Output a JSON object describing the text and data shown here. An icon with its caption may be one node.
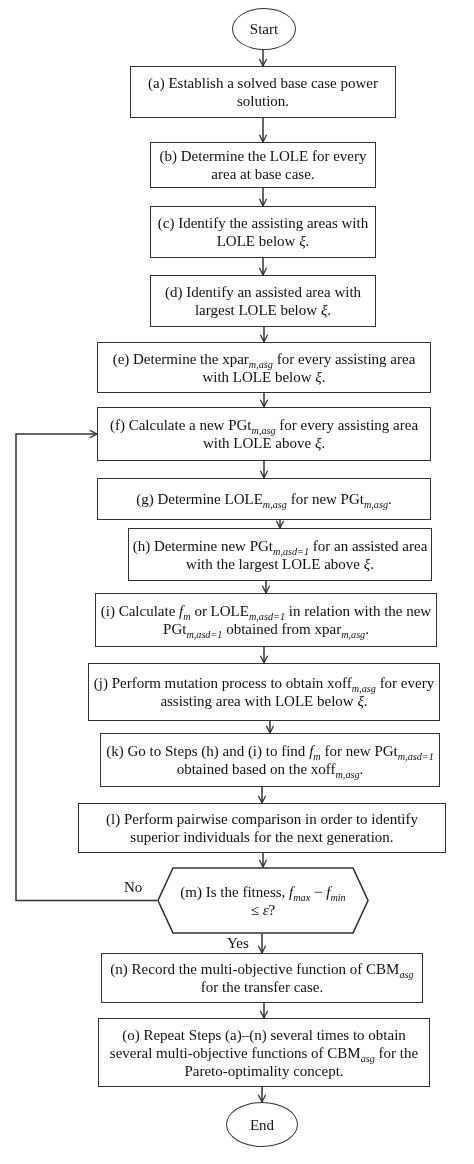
{
  "diagram": {
    "nodes": [
      {
        "text": [
          "Start"
        ]
      },
      {
        "text": [
          "(a) Establish a solved base case power solution."
        ]
      },
      {
        "text": [
          "(b) Determine the LOLE for every area at base case."
        ]
      },
      {
        "text": [
          "(c) Identify the assisting areas with LOLE below *ξ*."
        ]
      },
      {
        "text": [
          "(d) Identify an assisted area with largest LOLE below *ξ*."
        ]
      },
      {
        "text": [
          "(e) Determine the xpar$_{m,asg}$ for every assisting area with LOLE below *ξ*."
        ]
      },
      {
        "text": [
          "(f) Calculate a new PGt$_{m,asg}$ for every assisting area with LOLE above *ξ*."
        ]
      },
      {
        "text": [
          "(g) Determine LOLE$_{m,asg}$ for new PGt$_{m,asg}$."
        ]
      },
      {
        "text": [
          "(h) Determine new PGt$_{m,asd=1}$ for an assisted area with the largest LOLE above *ξ*."
        ]
      },
      {
        "text": [
          "(i) Calculate *f*$_{m}$ or LOLE$_{m,asd=1}$ in relation with the new PGt$_{m,asd=1}$ obtained from xpar$_{m,asg}$."
        ]
      },
      {
        "text": [
          "(j) Perform mutation process to obtain xoff$_{m,asg}$ for every assisting area with LOLE below *ξ*."
        ]
      },
      {
        "text": [
          "(k) Go to Steps (h) and (i) to find *f*$_{m}$ for new PGt$_{m,asd=1}$ obtained based on the xoff$_{m,asg}$."
        ]
      },
      {
        "text": [
          "(l) Perform pairwise comparison in order to identify superior individuals for the next generation."
        ]
      },
      {
        "text": [
          "(m) Is the fitness, *f*$_{max}$ − *f*$_{min}$ ≤ *ε*?"
        ]
      },
      {
        "text": [
          "(n) Record the multi-objective function of CBM$_{asg}$ for the transfer case."
        ]
      },
      {
        "text": [
          "(o) Repeat Steps (a)–(n) several times to obtain several multi-objective functions of CBM$_{asg}$ for the Pareto-optimality concept."
        ]
      },
      {
        "text": [
          "End"
        ]
      }
    ],
    "edges": [
      {
        "from": 0,
        "to": 1,
        "arrow": "to"
      },
      {
        "from": 1,
        "to": 2,
        "arrow": "to"
      },
      {
        "from": 2,
        "to": 3,
        "arrow": "to"
      },
      {
        "from": 3,
        "to": 4,
        "arrow": "to"
      },
      {
        "from": 4,
        "to": 5,
        "arrow": "to"
      },
      {
        "from": 5,
        "to": 6,
        "arrow": "to"
      },
      {
        "from": 6,
        "to": 7,
        "arrow": "to"
      },
      {
        "from": 7,
        "to": 8,
        "arrow": "to"
      },
      {
        "from": 8,
        "to": 9,
        "arrow": "to"
      },
      {
        "from": 9,
        "to": 10,
        "arrow": "to"
      },
      {
        "from": 10,
        "to": 11,
        "arrow": "to"
      },
      {
        "from": 11,
        "to": 12,
        "arrow": "to"
      },
      {
        "from": 12,
        "to": 13,
        "arrow": "to"
      },
      {
        "from": 13,
        "to": 6,
        "arrow": "to",
        "label": "No"
      },
      {
        "from": 13,
        "to": 14,
        "arrow": "to",
        "label": "Yes"
      },
      {
        "from": 14,
        "to": 15,
        "arrow": "to"
      },
      {
        "from": 15,
        "to": 16,
        "arrow": "to"
      }
    ]
  }
}
